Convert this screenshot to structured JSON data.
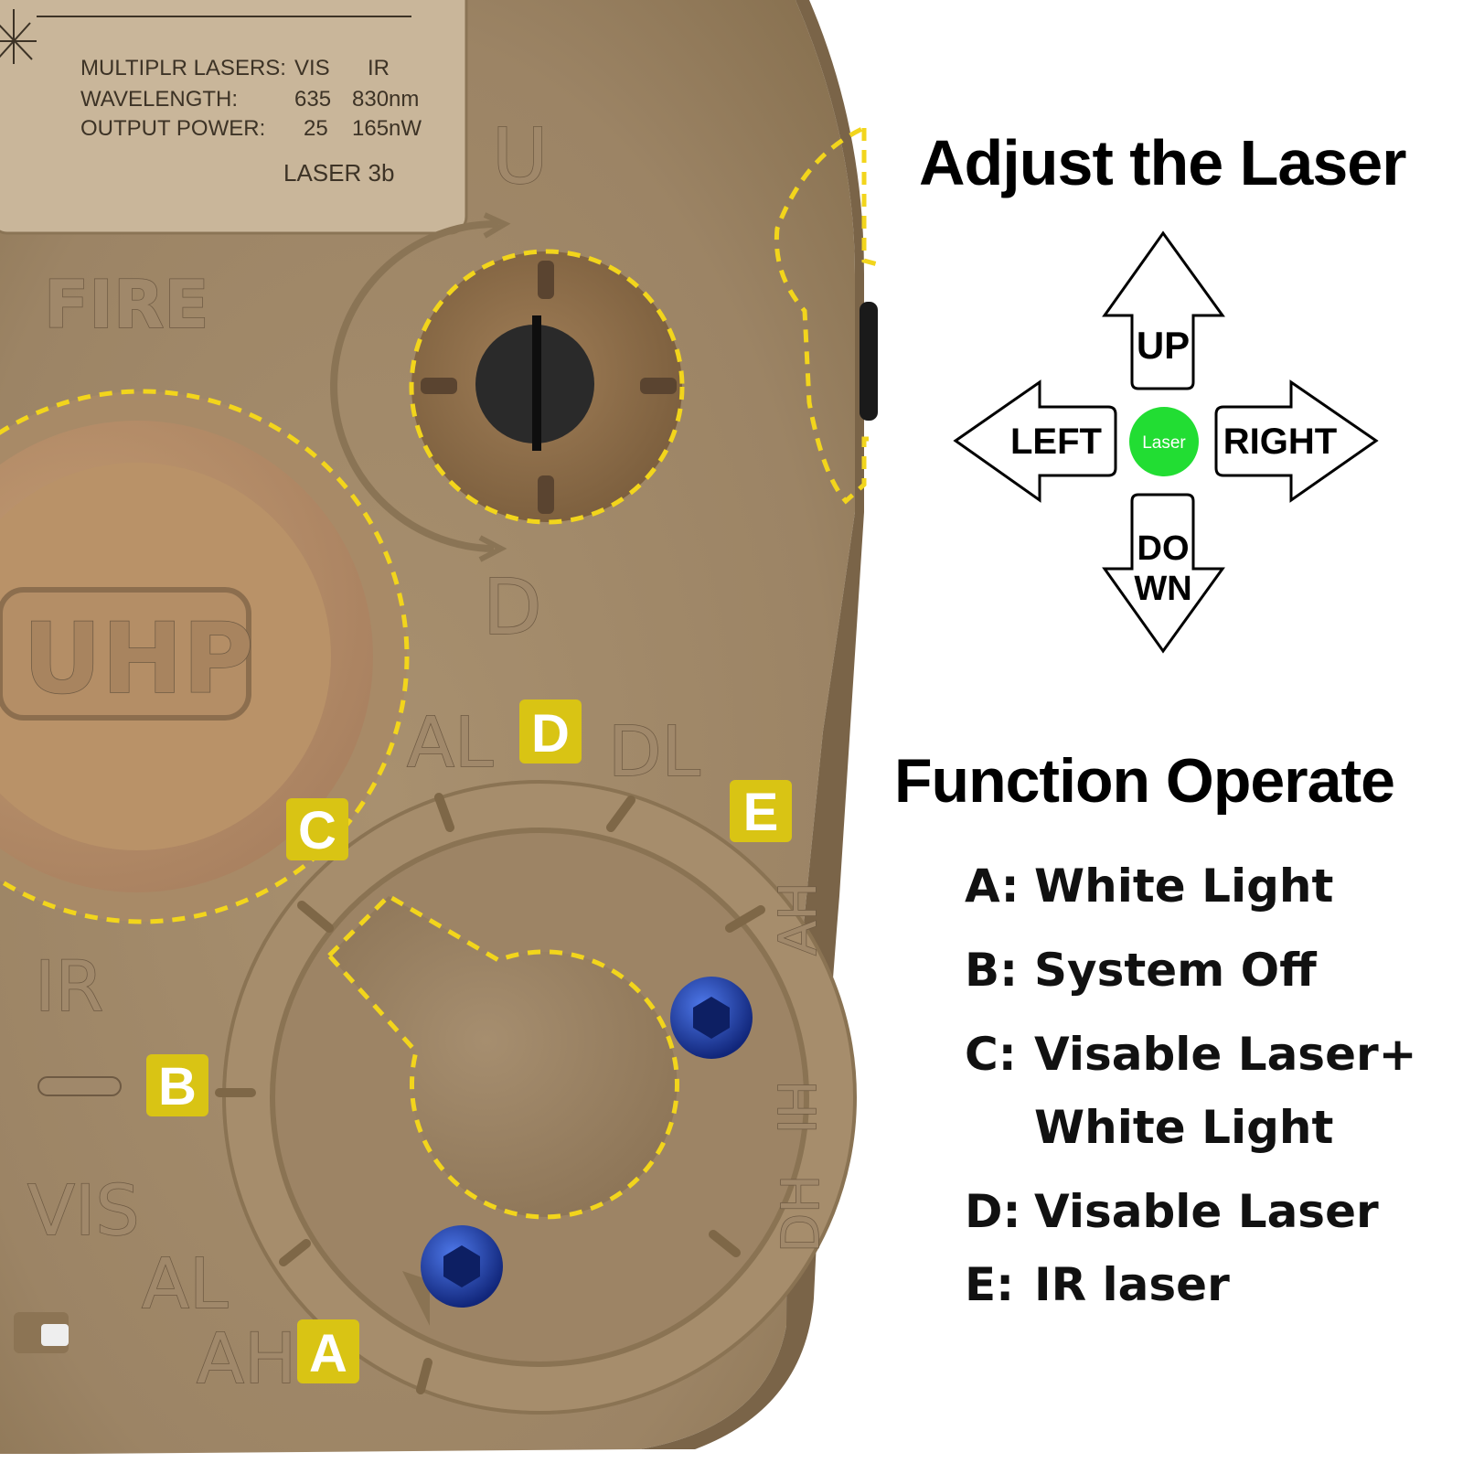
{
  "label_plate": {
    "line1_label": "MULTIPLR LASERS:",
    "line1_vis": "VIS",
    "line1_ir": "IR",
    "line2_label": "WAVELENGTH:",
    "line2_vis": "635",
    "line2_ir": "830nm",
    "line3_label": "OUTPUT POWER:",
    "line3_vis": "25",
    "line3_ir": "165nW",
    "class": "LASER 3b"
  },
  "engravings": {
    "fire": "FIRE",
    "uhp": "UHP",
    "up": "U",
    "down": "D",
    "al_top": "AL",
    "dl": "DL",
    "ah_right": "AH",
    "ih": "IH",
    "dh": "DH",
    "ir": "IR",
    "vis": "VIS",
    "al_bottom": "AL",
    "ah_bottom": "AH"
  },
  "markers": {
    "a": "A",
    "b": "B",
    "c": "C",
    "d": "D",
    "e": "E"
  },
  "adjust": {
    "title": "Adjust the Laser",
    "up": "UP",
    "left": "LEFT",
    "right": "RIGHT",
    "down_line1": "DO",
    "down_line2": "WN",
    "center": "Laser"
  },
  "functions": {
    "title": "Function Operate",
    "items": [
      {
        "key": "A:",
        "text": "White Light"
      },
      {
        "key": "B:",
        "text": "System Off"
      },
      {
        "key": "C:",
        "text": "Visable Laser+"
      },
      {
        "key": "",
        "text": "White Light"
      },
      {
        "key": "D:",
        "text": "Visable Laser"
      },
      {
        "key": "E:",
        "text": "IR laser"
      }
    ]
  },
  "colors": {
    "body": "#a0896b",
    "highlight": "#f2d51c",
    "marker_bg": "#d9c414",
    "screw": "#1f3fa8",
    "laser_dot": "#22dd33"
  }
}
